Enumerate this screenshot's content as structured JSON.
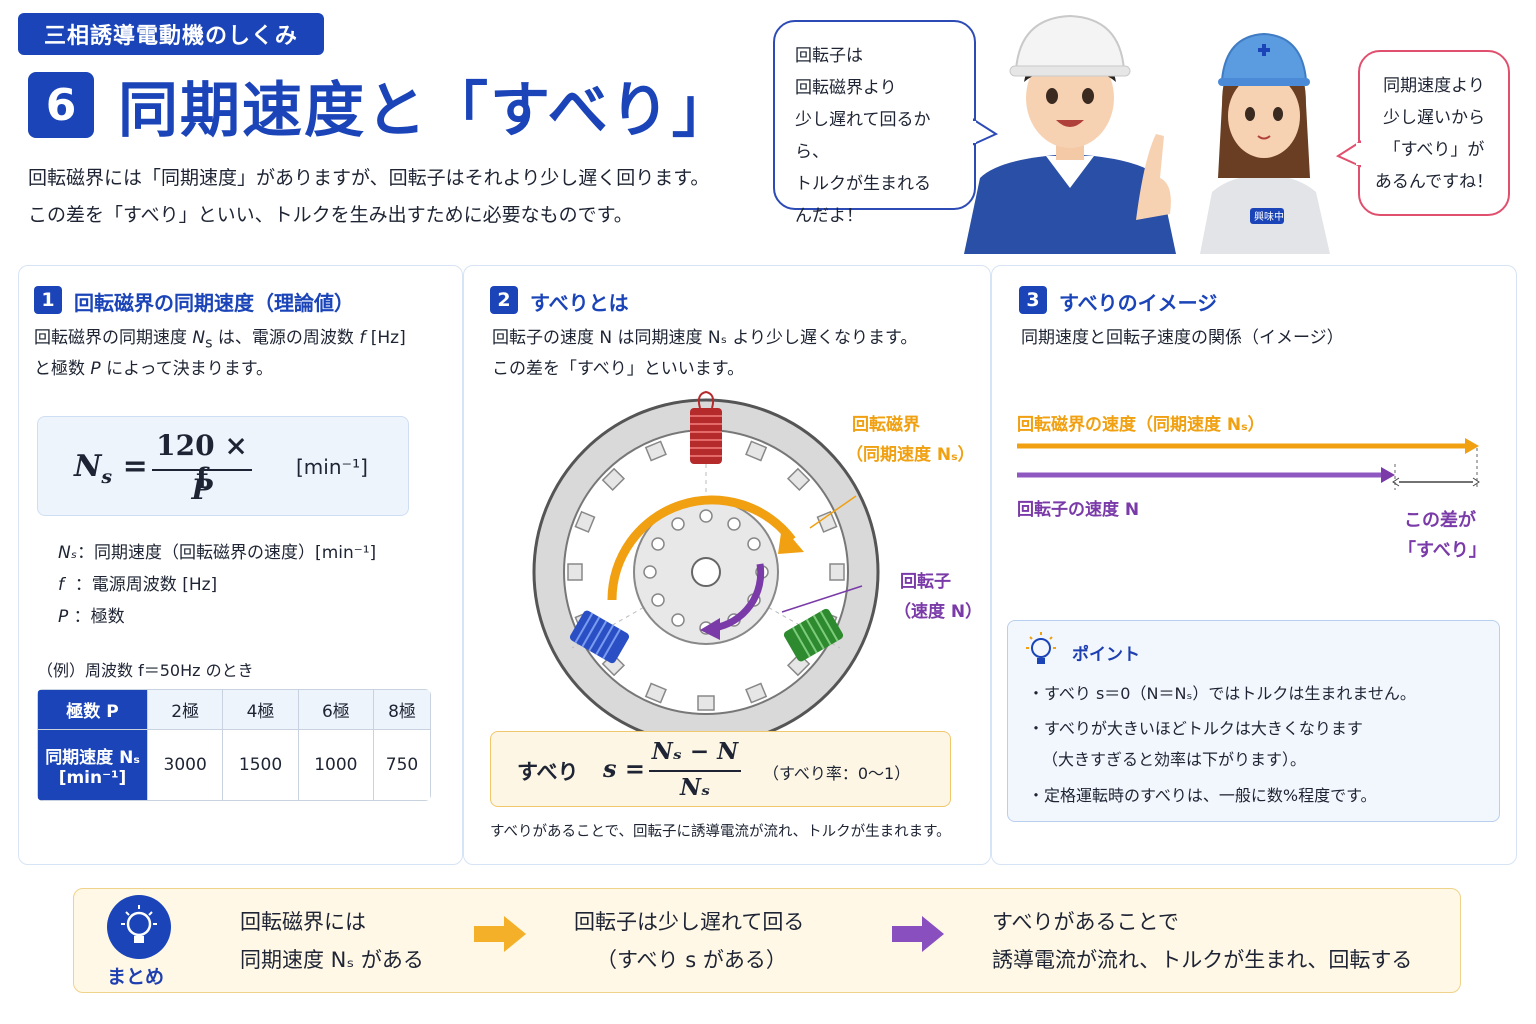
{
  "header": {
    "series": "三相誘導電動機のしくみ",
    "number": "6",
    "title": "同期速度と「すべり」",
    "lead_line1": "回転磁界には「同期速度」がありますが、回転子はそれより少し遅く回ります。",
    "lead_line2": "この差を「すべり」といい、トルクを生み出すために必要なものです。"
  },
  "bubbles": {
    "male": [
      "回転子は",
      "回転磁界より",
      "少し遅れて回るから、",
      "トルクが生まれる",
      "んだよ！"
    ],
    "female": [
      "同期速度より",
      "少し遅いから",
      "「すべり」が",
      "あるんですね！"
    ],
    "badge": "興味中"
  },
  "section1": {
    "num": "1",
    "title": "回転磁界の同期速度（理論値）",
    "desc1_a": "回転磁界の同期速度 ",
    "desc1_b": " は、電源の周波数 ",
    "desc1_c": " [Hz]",
    "desc2_a": "と極数 ",
    "desc2_b": " によって決まります。",
    "formula_num": "120 × f",
    "formula_den": "P",
    "formula_unit": "[min⁻¹]",
    "legend": [
      {
        "sym": "Nₛ",
        "text": "：同期速度（回転磁界の速度）[min⁻¹]"
      },
      {
        "sym": "f",
        "text": "：電源周波数 [Hz]"
      },
      {
        "sym": "P",
        "text": "：極数"
      }
    ],
    "example": "（例）周波数 f＝50Hz のとき",
    "table": {
      "head": "極数 P",
      "poles": [
        "2極",
        "4極",
        "6極",
        "8極"
      ],
      "row_label_1": "同期速度 Nₛ",
      "row_label_2": "[min⁻¹]",
      "speeds": [
        "3000",
        "1500",
        "1000",
        "750"
      ]
    }
  },
  "section2": {
    "num": "2",
    "title": "すべりとは",
    "desc1": "回転子の速度 N は同期速度 Nₛ より少し遅くなります。",
    "desc2": "この差を「すべり」といいます。",
    "label_field_1": "回転磁界",
    "label_field_2": "（同期速度 Nₛ）",
    "label_rotor_1": "回転子",
    "label_rotor_2": "（速度 N）",
    "slip_word": "すべり",
    "slip_num": "Nₛ − N",
    "slip_den": "Nₛ",
    "slip_range": "（すべり率：0〜1）",
    "note": "すべりがあることで、回転子に誘導電流が流れ、トルクが生まれます。"
  },
  "section3": {
    "num": "3",
    "title": "すべりのイメージ",
    "desc": "同期速度と回転子速度の関係（イメージ）",
    "field_speed": "回転磁界の速度（同期速度 Nₛ）",
    "rotor_speed": "回転子の速度 N",
    "diff_1": "この差が",
    "diff_2": "「すべり」",
    "point_title": "ポイント",
    "points": [
      "・すべり s＝0（N＝Nₛ）ではトルクは生まれません。",
      "・すべりが大きいほどトルクは大きくなります",
      "（大きすぎると効率は下がります）。",
      "・定格運転時のすべりは、一般に数%程度です。"
    ]
  },
  "summary": {
    "label": "まとめ",
    "s1_l1": "回転磁界には",
    "s1_l2": "同期速度 Nₛ がある",
    "s2_l1": "回転子は少し遅れて回る",
    "s2_l2": "（すべり s がある）",
    "s3_l1": "すべりがあることで",
    "s3_l2": "誘導電流が流れ、トルクが生まれ、回転する"
  },
  "colors": {
    "brand": "#1a44b8",
    "field": "#f0a010",
    "rotor": "#7a3aa8",
    "pink": "#e0506e"
  }
}
